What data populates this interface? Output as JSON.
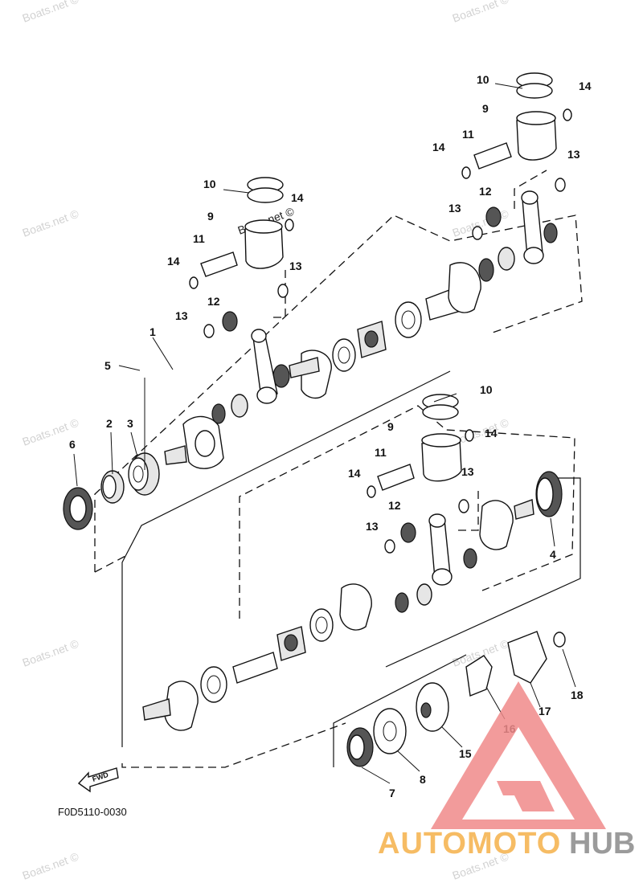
{
  "diagram": {
    "part_labels": [
      "1",
      "2",
      "3",
      "4",
      "5",
      "6",
      "7",
      "8",
      "9",
      "10",
      "11",
      "12",
      "13",
      "14",
      "15",
      "16",
      "17",
      "18"
    ],
    "repeated_labels": {
      "c9": "9",
      "c10": "10",
      "c11": "11",
      "c12": "12",
      "c13a": "13",
      "c13b": "13",
      "c14a": "14",
      "c14b": "14",
      "b9": "9",
      "b10": "10",
      "b11": "11",
      "b12": "12",
      "b13a": "13",
      "b13b": "13",
      "b14a": "14",
      "b14b": "14"
    },
    "fwd_label": "FWD",
    "figure_code": "F0D5110-0030",
    "watermark": "Boats.net ©"
  },
  "logo": {
    "brand_part1": "AUTOMOTO",
    "brand_part2": "HUB",
    "colors": {
      "triangle": "#f08a8a",
      "orange": "#f5b14a",
      "gray": "#8a8a8a"
    }
  }
}
